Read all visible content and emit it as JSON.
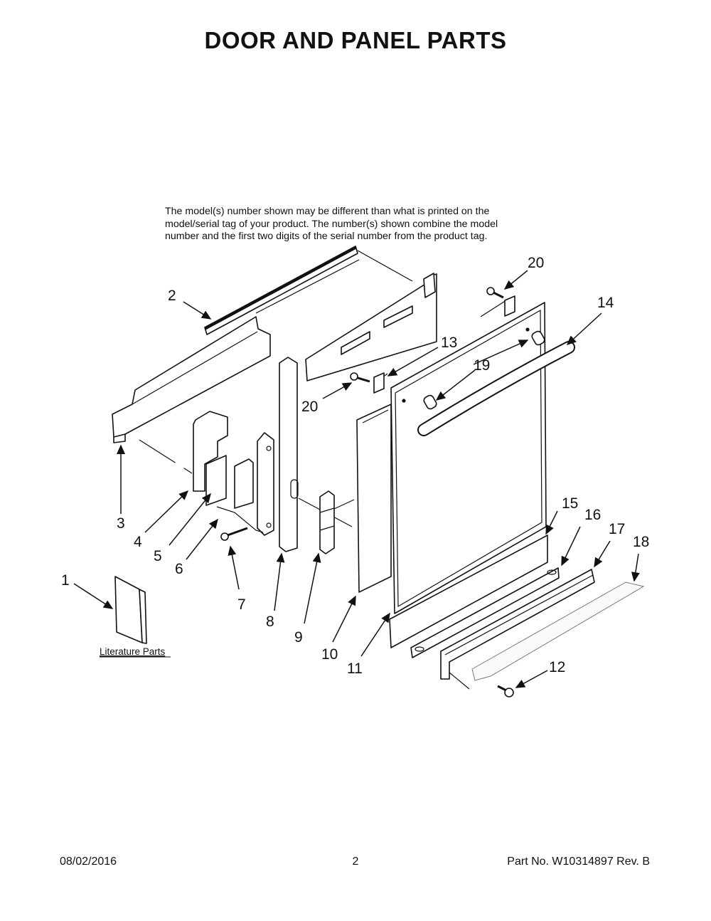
{
  "page_title": "DOOR AND PANEL PARTS",
  "note_lines": [
    "The model(s) number shown may be different than what is printed on the",
    "model/serial tag of your product. The number(s) shown combine the model",
    "number and the first two digits of the serial number from the product tag."
  ],
  "literature_label": "Literature Parts",
  "callouts": {
    "c1": "1",
    "c2": "2",
    "c3": "3",
    "c4": "4",
    "c5": "5",
    "c6": "6",
    "c7": "7",
    "c8": "8",
    "c9": "9",
    "c10": "10",
    "c11": "11",
    "c12": "12",
    "c13": "13",
    "c14": "14",
    "c15": "15",
    "c16": "16",
    "c17": "17",
    "c18": "18",
    "c19": "19",
    "c20a": "20",
    "c20b": "20"
  },
  "footer": {
    "date": "08/02/2016",
    "page": "2",
    "part_no": "Part No.  W10314897  Rev.  B"
  }
}
